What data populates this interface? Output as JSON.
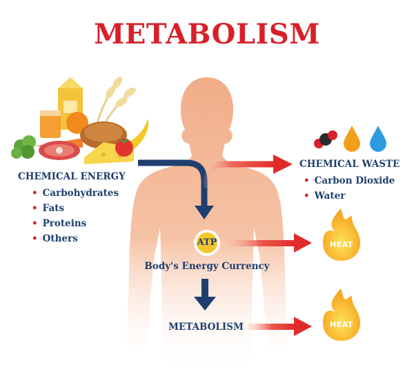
{
  "title": "METABOLISM",
  "chemical_energy": {
    "heading": "CHEMICAL ENERGY",
    "items": [
      "Carbohydrates",
      "Fats",
      "Proteins",
      "Others"
    ]
  },
  "chemical_waste": {
    "heading": "CHEMICAL WASTE",
    "items": [
      "Carbon Dioxide",
      "Water"
    ]
  },
  "atp": {
    "badge": "ATP",
    "caption": "Body's Energy Currency"
  },
  "metabolism_label": "METABOLISM",
  "heat_labels": [
    "HEAT",
    "HEAT"
  ],
  "colors": {
    "title_red": "#d8202a",
    "navy": "#1f3f6e",
    "arrow_red": "#e02b2b",
    "body_skin": "#f3b796",
    "flame_outer": "#f7a11a",
    "flame_inner": "#fcd535",
    "water_orange": "#f29f1c",
    "water_blue": "#2e9be0",
    "atp_yellow": "#f5c52b"
  }
}
